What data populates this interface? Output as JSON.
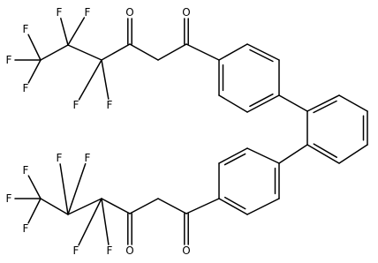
{
  "atoms": [
    {
      "id": "f1",
      "label": "F"
    },
    {
      "id": "f2",
      "label": "F"
    },
    {
      "id": "f3",
      "label": "F"
    },
    {
      "id": "f4",
      "label": "F"
    },
    {
      "id": "f5",
      "label": "F"
    },
    {
      "id": "f6",
      "label": "F"
    },
    {
      "id": "f7",
      "label": "F"
    },
    {
      "id": "o1",
      "label": "O"
    },
    {
      "id": "o2",
      "label": "O"
    },
    {
      "id": "f8",
      "label": "F"
    },
    {
      "id": "f9",
      "label": "F"
    },
    {
      "id": "f10",
      "label": "F"
    },
    {
      "id": "f11",
      "label": "F"
    },
    {
      "id": "f12",
      "label": "F"
    },
    {
      "id": "f13",
      "label": "F"
    },
    {
      "id": "f14",
      "label": "F"
    },
    {
      "id": "o3",
      "label": "O"
    },
    {
      "id": "o4",
      "label": "O"
    }
  ],
  "colors": {
    "bond": "#000000",
    "label": "#000000",
    "background": "#ffffff"
  }
}
